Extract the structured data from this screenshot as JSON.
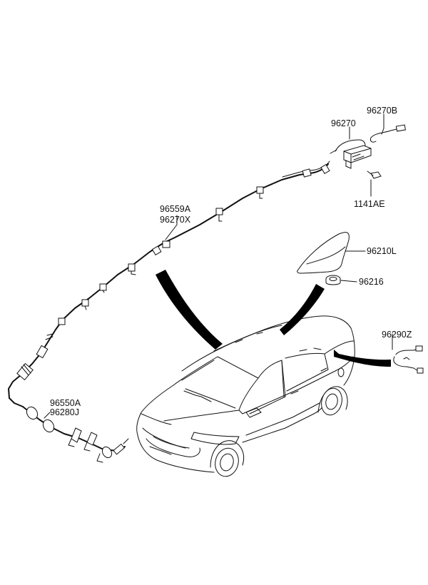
{
  "callouts": {
    "c96270B": "96270B",
    "c96270": "96270",
    "c1141AE": "1141AE",
    "c96559A": "96559A",
    "c96270X": "96270X",
    "c96210L": "96210L",
    "c96216": "96216",
    "c96290Z": "96290Z",
    "c96550A": "96550A",
    "c96280J": "96280J"
  }
}
